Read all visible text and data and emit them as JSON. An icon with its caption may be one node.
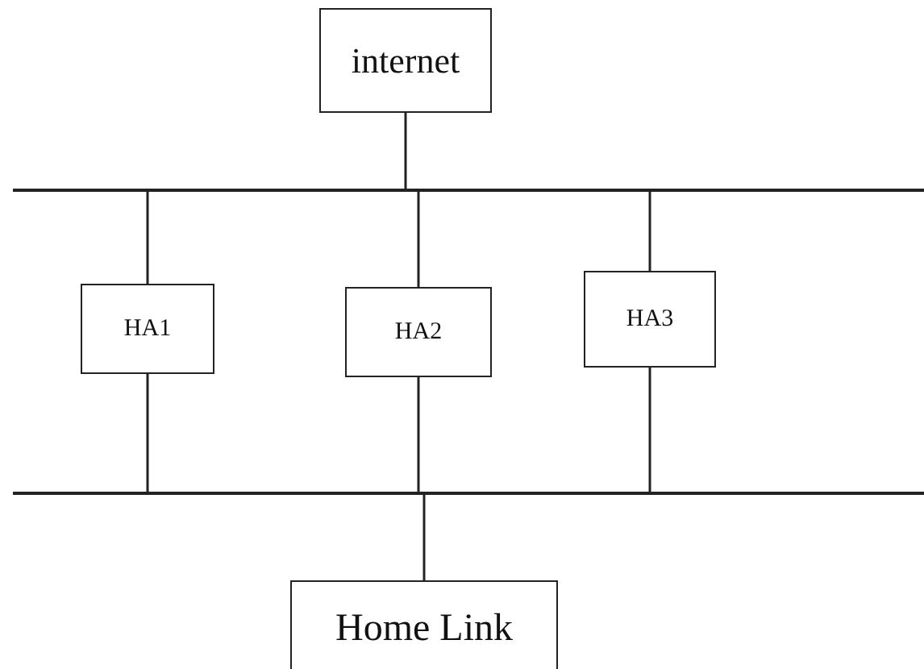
{
  "diagram": {
    "nodes": [
      {
        "text": [
          "internet"
        ]
      },
      {
        "text": [],
        "shape": "bar"
      },
      {
        "text": [
          "HA1"
        ]
      },
      {
        "text": [
          "HA2"
        ]
      },
      {
        "text": [
          "HA3"
        ]
      },
      {
        "text": [],
        "shape": "bar"
      },
      {
        "text": [
          "Home Link"
        ]
      }
    ],
    "edges": [
      {
        "from": 0,
        "to": 1,
        "arrow": "none"
      },
      {
        "from": 1,
        "to": 2,
        "arrow": "none"
      },
      {
        "from": 1,
        "to": 3,
        "arrow": "none"
      },
      {
        "from": 1,
        "to": 4,
        "arrow": "none"
      },
      {
        "from": 2,
        "to": 5,
        "arrow": "none"
      },
      {
        "from": 3,
        "to": 5,
        "arrow": "none"
      },
      {
        "from": 4,
        "to": 5,
        "arrow": "none"
      },
      {
        "from": 5,
        "to": 6,
        "arrow": "none"
      }
    ]
  }
}
